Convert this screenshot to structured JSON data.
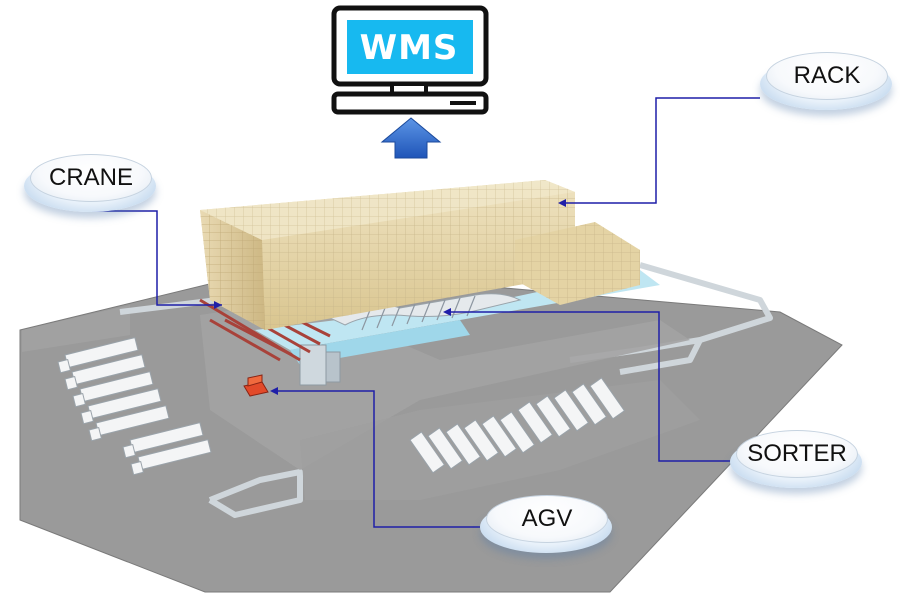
{
  "wms": {
    "label": "WMS"
  },
  "labels": {
    "crane": "CRANE",
    "rack": "RACK",
    "sorter": "SORTER",
    "agv": "AGV"
  },
  "colors": {
    "connector": "#1f1fa8",
    "monitor_screen": "#17b9f0",
    "arrow": "#2f6ecf",
    "floor": "#8e8e8e",
    "rack": "#e6d6ad"
  },
  "icons": [
    "monitor-icon",
    "up-arrow-icon",
    "truck-icon",
    "agv-robot-icon"
  ]
}
